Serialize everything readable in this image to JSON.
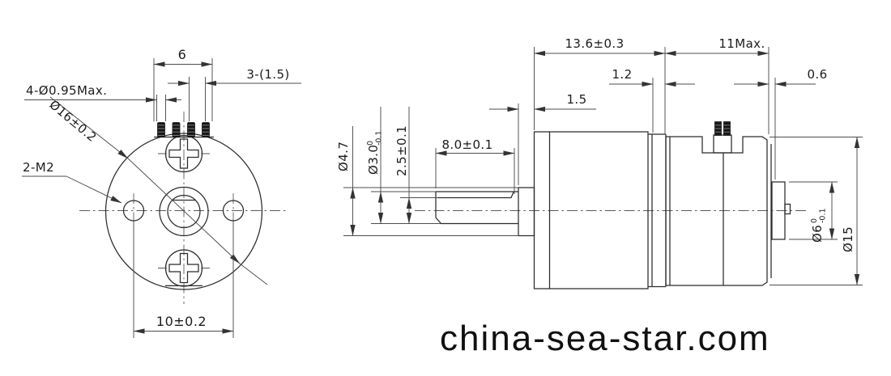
{
  "watermark": "china-sea-star.com",
  "front_view": {
    "dim_pin_span": "6",
    "dim_pin_pitch": "3-(1.5)",
    "dim_pin_dia": "4-Ø0.95Max.",
    "dim_outer_dia": "Ø16±0.2",
    "dim_tapped_holes": "2-M2",
    "dim_hole_spacing": "10±0.2"
  },
  "side_view": {
    "dim_gearbox_length": "13.6±0.3",
    "dim_motor_length": "11Max.",
    "dim_front_step": "1.2",
    "dim_rear_step": "0.6",
    "dim_bushing_length": "1.5",
    "dim_shaft_flat_length": "8.0±0.1",
    "dim_bushing_dia": "Ø4.7",
    "dim_shaft_dia": "Ø3.0",
    "shaft_tol_upper": "0",
    "shaft_tol_lower": "-0.1",
    "dim_shaft_flat_height": "2.5±0.1",
    "dim_rear_boss_dia": "Ø6",
    "boss_tol_upper": "0",
    "boss_tol_lower": "-0.1",
    "dim_body_dia": "Ø15"
  },
  "colors": {
    "line": "#2b2b2b",
    "dim": "#4d4d4d",
    "text": "#1b1b1b",
    "background": "#ffffff"
  }
}
